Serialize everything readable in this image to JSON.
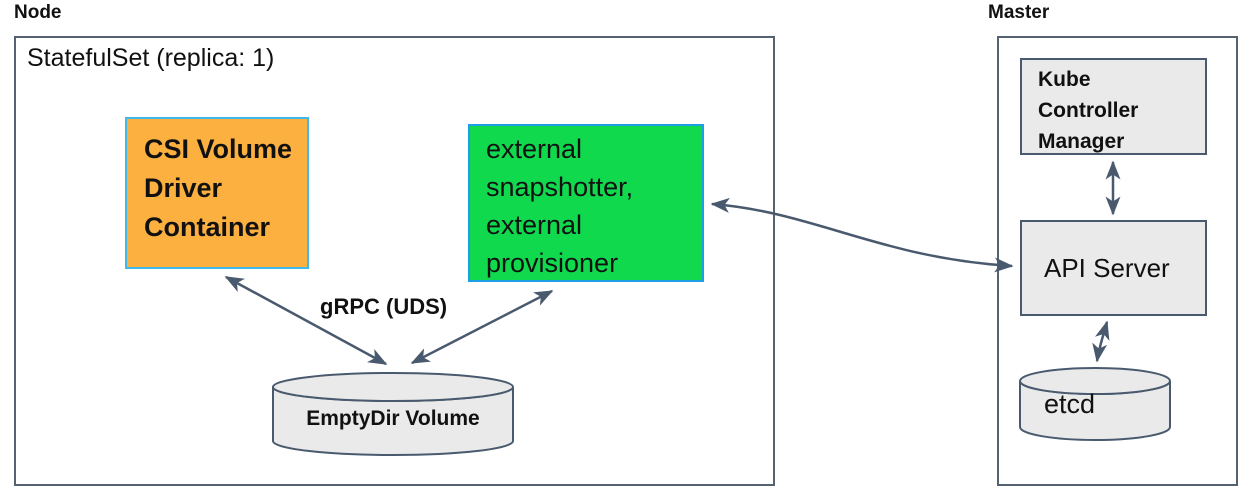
{
  "node": {
    "label": "Node",
    "statefulset_title": "StatefulSet (replica: 1)",
    "csi_driver_container": "CSI Volume\nDriver\nContainer",
    "external_sidecars": "external\nsnapshotter,\nexternal\nprovisioner",
    "grpc_label": "gRPC (UDS)",
    "emptydir_volume": "EmptyDir Volume"
  },
  "master": {
    "label": "Master",
    "kube_controller_manager": "Kube\nController\nManager",
    "api_server": "API Server",
    "etcd": "etcd"
  },
  "colors": {
    "csi_box_fill": "#FBB040",
    "csi_box_border": "#3FB9E9",
    "sidecars_box_fill": "#10D94E",
    "sidecars_box_border": "#1E9FE5",
    "component_fill": "#EAEAEA",
    "outline_slate": "#4A5A6E"
  },
  "connections": [
    {
      "from": "CSI Volume Driver Container",
      "to": "EmptyDir Volume",
      "style": "bidirectional",
      "label": "gRPC (UDS)"
    },
    {
      "from": "external snapshotter, external provisioner",
      "to": "EmptyDir Volume",
      "style": "bidirectional",
      "label": "gRPC (UDS)"
    },
    {
      "from": "external snapshotter, external provisioner",
      "to": "API Server",
      "style": "bidirectional",
      "label": ""
    },
    {
      "from": "Kube Controller Manager",
      "to": "API Server",
      "style": "bidirectional",
      "label": ""
    },
    {
      "from": "API Server",
      "to": "etcd",
      "style": "bidirectional",
      "label": ""
    }
  ]
}
